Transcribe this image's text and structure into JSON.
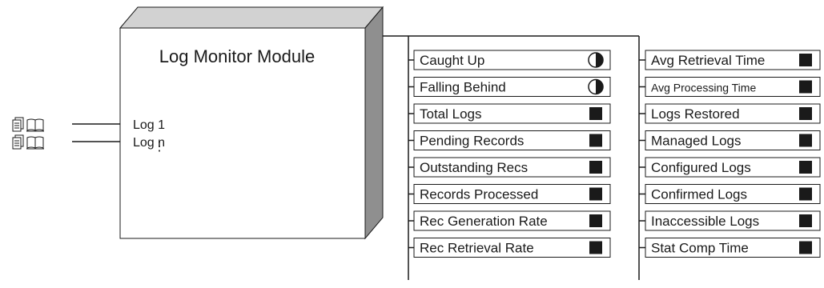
{
  "module": {
    "title": "Log Monitor Module",
    "inputs": [
      {
        "label": "Log 1",
        "icons": [
          "log-file-icon",
          "log-book-icon"
        ]
      },
      {
        "label": "Log n",
        "icons": [
          "log-file-icon",
          "log-book-icon"
        ]
      }
    ],
    "ellipsis": "⋮"
  },
  "outputs": {
    "left": [
      {
        "label": "Caught Up",
        "marker": "half-circle"
      },
      {
        "label": "Falling Behind",
        "marker": "half-circle"
      },
      {
        "label": "Total Logs",
        "marker": "square"
      },
      {
        "label": "Pending Records",
        "marker": "square"
      },
      {
        "label": "Outstanding Recs",
        "marker": "square"
      },
      {
        "label": "Records Processed",
        "marker": "square"
      },
      {
        "label": "Rec Generation Rate",
        "marker": "square"
      },
      {
        "label": "Rec Retrieval Rate",
        "marker": "square"
      }
    ],
    "right": [
      {
        "label": "Avg Retrieval Time",
        "marker": "square"
      },
      {
        "label": "Avg Processing Time",
        "marker": "square"
      },
      {
        "label": "Logs Restored",
        "marker": "square"
      },
      {
        "label": "Managed Logs",
        "marker": "square"
      },
      {
        "label": "Configured Logs",
        "marker": "square"
      },
      {
        "label": "Confirmed Logs",
        "marker": "square"
      },
      {
        "label": "Inaccessible Logs",
        "marker": "square"
      },
      {
        "label": "Stat Comp Time",
        "marker": "square"
      }
    ]
  },
  "colors": {
    "stroke": "#1a1a1a",
    "box_side": "#8f8f8f",
    "box_top": "#d2d2d2"
  }
}
